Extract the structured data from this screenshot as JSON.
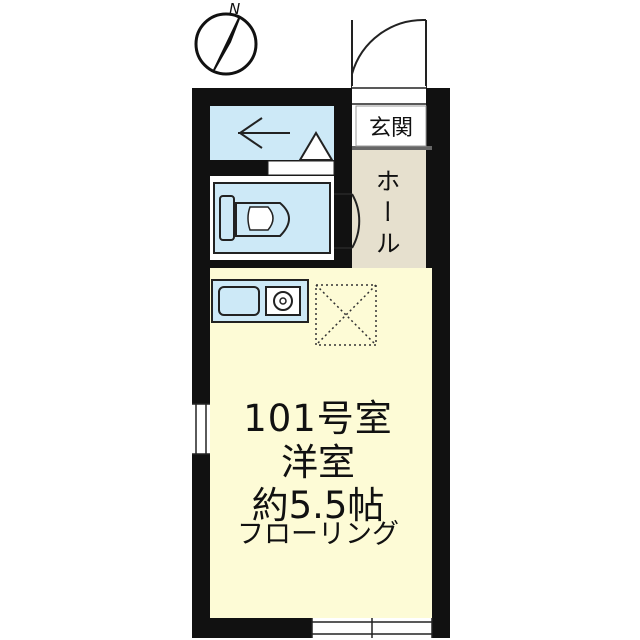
{
  "compass": {
    "north_label": "N"
  },
  "room": {
    "number": "101号室",
    "type": "洋室",
    "size": "約5.5帖",
    "flooring": "フローリング"
  },
  "areas": {
    "entrance": "玄関",
    "hall": "ホール"
  },
  "colors": {
    "wall": "#111111",
    "main_room": "#fdfbd6",
    "hall": "#e6e0ce",
    "wet_area": "#cde9f7",
    "fixture_stroke": "#222222"
  }
}
